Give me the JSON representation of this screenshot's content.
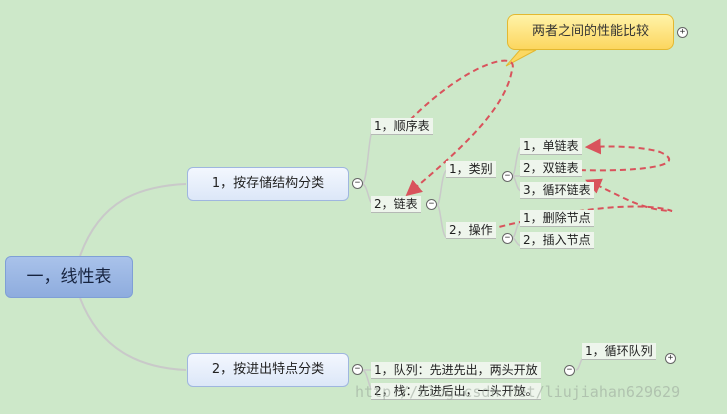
{
  "root": "一，线性表",
  "branches": {
    "storage": "1，按存储结构分类",
    "access": "2，按进出特点分类"
  },
  "storage_children": {
    "sequential": "1，顺序表",
    "linked": "2，链表"
  },
  "linked_children": {
    "kinds": "1，类别",
    "ops": "2，操作"
  },
  "kinds_items": [
    "1，单链表",
    "2，双链表",
    "3，循环链表"
  ],
  "ops_items": [
    "1，删除节点",
    "2，插入节点"
  ],
  "access_children": {
    "queue": "1，队列：先进先出，两头开放",
    "stack": "2，栈：先进后出，一头开放。"
  },
  "queue_children": {
    "circular": "1，循环队列"
  },
  "callout": "两者之间的性能比较",
  "watermark": "http://blog.csdn.net/liujiahan629629",
  "colors": {
    "background": "#cde8c9",
    "root_fill": "#9db7e4",
    "callout_fill": "#fde27a",
    "relation_line": "#d9535c"
  }
}
